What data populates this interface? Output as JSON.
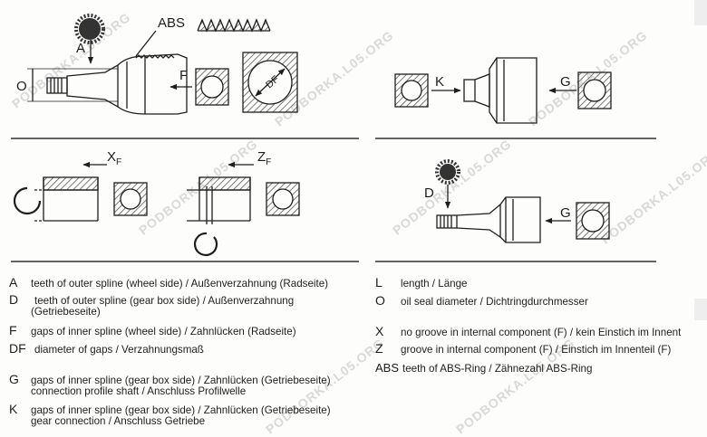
{
  "labels": {
    "A": "A",
    "ABS": "ABS",
    "O": "O",
    "F": "F",
    "DF": "DF",
    "K": "K",
    "G": "G",
    "D": "D",
    "XF_main": "X",
    "XF_sub": "F",
    "ZF_main": "Z",
    "ZF_sub": "F"
  },
  "legend_left": [
    {
      "key": "A",
      "text": "teeth of outer spline (wheel side) / Außenverzahnung (Radseite)",
      "text2": ""
    },
    {
      "key": "D",
      "text": "teeth of outer spline (gear box side) / Außenverzahnung",
      "text2": "(Getriebeseite)"
    },
    {
      "key": "F",
      "text": "gaps of inner spline (wheel side) / Zahnlücken (Radseite)",
      "text2": ""
    },
    {
      "key": "DF",
      "text": "diameter of gaps / Verzahnungsmaß",
      "text2": ""
    },
    {
      "key": "G",
      "text": "gaps of inner spline (gear box side) / Zahnlücken (Getriebeseite)",
      "text2": "connection profile shaft / Anschluss Profilwelle"
    },
    {
      "key": "K",
      "text": "gaps of inner spline (gear box side) / Zahnlücken (Getriebeseite)",
      "text2": "gear connection / Anschluss Getriebe"
    }
  ],
  "legend_right": [
    {
      "key": "L",
      "text": "length / Länge"
    },
    {
      "key": "O",
      "text": "oil seal diameter / Dichtringdurchmesser"
    },
    {
      "key": "X",
      "text": "no groove in internal component (F) / kein Einstich im Innent"
    },
    {
      "key": "Z",
      "text": "groove in internal component (F) / Einstich im Innenteil (F)"
    },
    {
      "key": "ABS",
      "text": "teeth of ABS-Ring / Zähnezahl ABS-Ring"
    }
  ],
  "watermark": "PODBORKA.L05.ORG",
  "colors": {
    "ink": "#1e1e1e",
    "hatch": "#444444",
    "watermark": "#d9d9d9",
    "rule": "#333333"
  }
}
